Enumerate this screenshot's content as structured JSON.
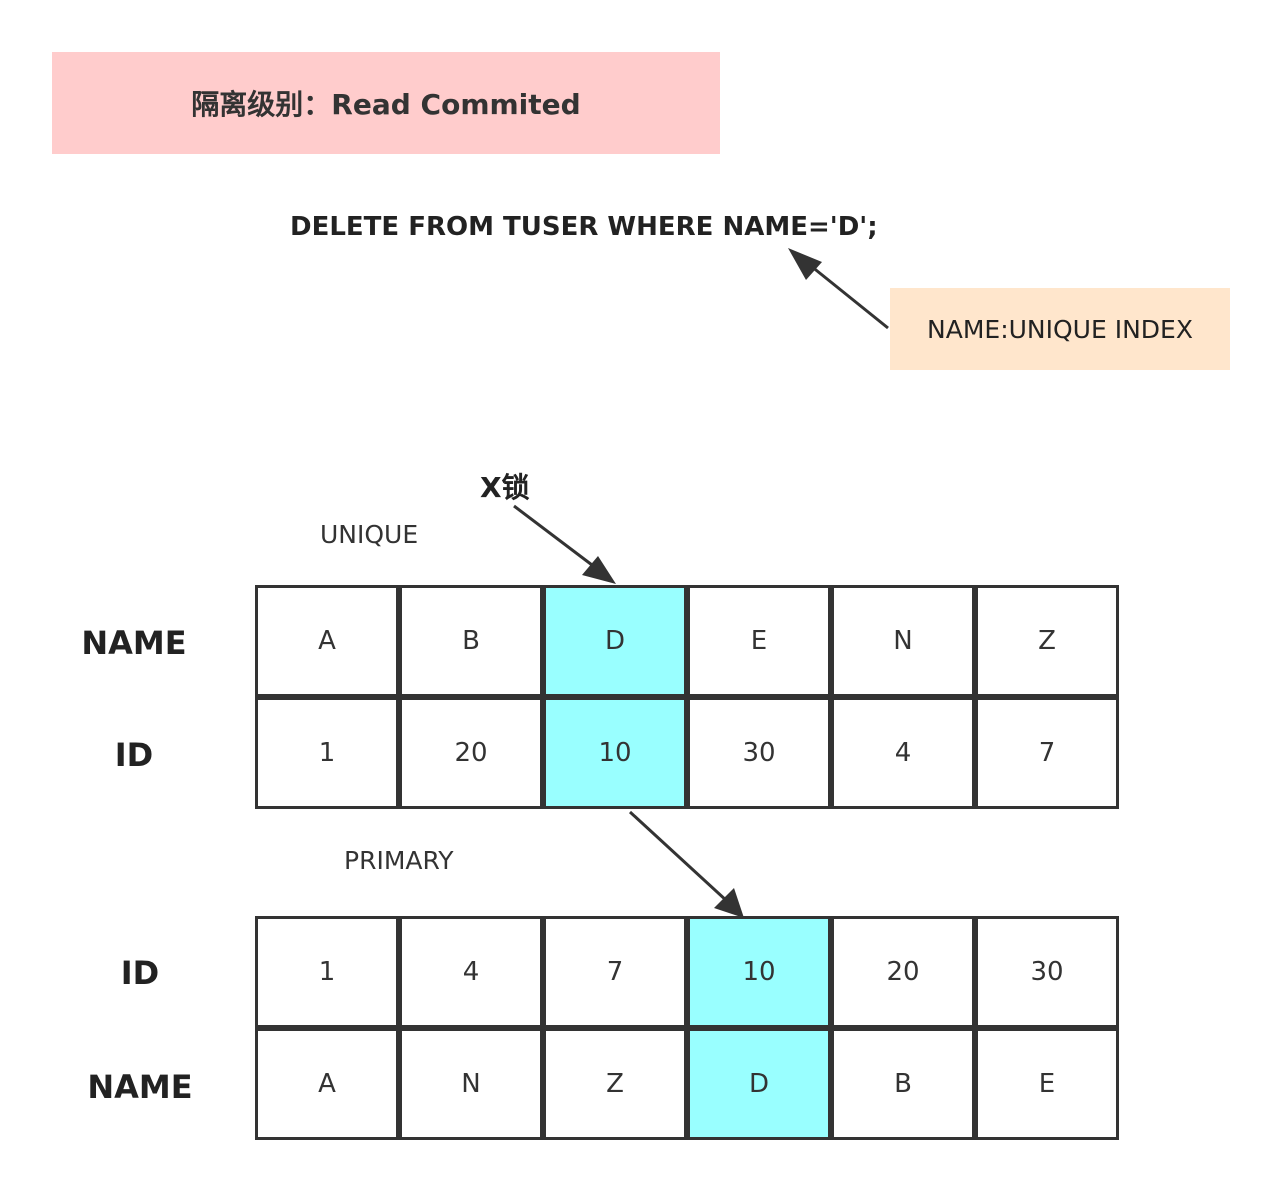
{
  "title": "隔离级别：Read Commited",
  "sql": "DELETE FROM TUSER WHERE NAME='D';",
  "note": "NAME:UNIQUE INDEX",
  "lock_label": "X锁",
  "unique_index": {
    "label": "UNIQUE",
    "row_labels": [
      "NAME",
      "ID"
    ],
    "names": [
      "A",
      "B",
      "D",
      "E",
      "N",
      "Z"
    ],
    "ids": [
      "1",
      "20",
      "10",
      "30",
      "4",
      "7"
    ],
    "highlight_col": 2
  },
  "primary_index": {
    "label": "PRIMARY",
    "row_labels": [
      "ID",
      "NAME"
    ],
    "ids": [
      "1",
      "4",
      "7",
      "10",
      "20",
      "30"
    ],
    "names": [
      "A",
      "N",
      "Z",
      "D",
      "B",
      "E"
    ],
    "highlight_col": 3
  },
  "colors": {
    "title_bg": "#ffcccc",
    "note_bg": "#ffe6cc",
    "highlight": "#99ffff",
    "stroke": "#333333"
  }
}
